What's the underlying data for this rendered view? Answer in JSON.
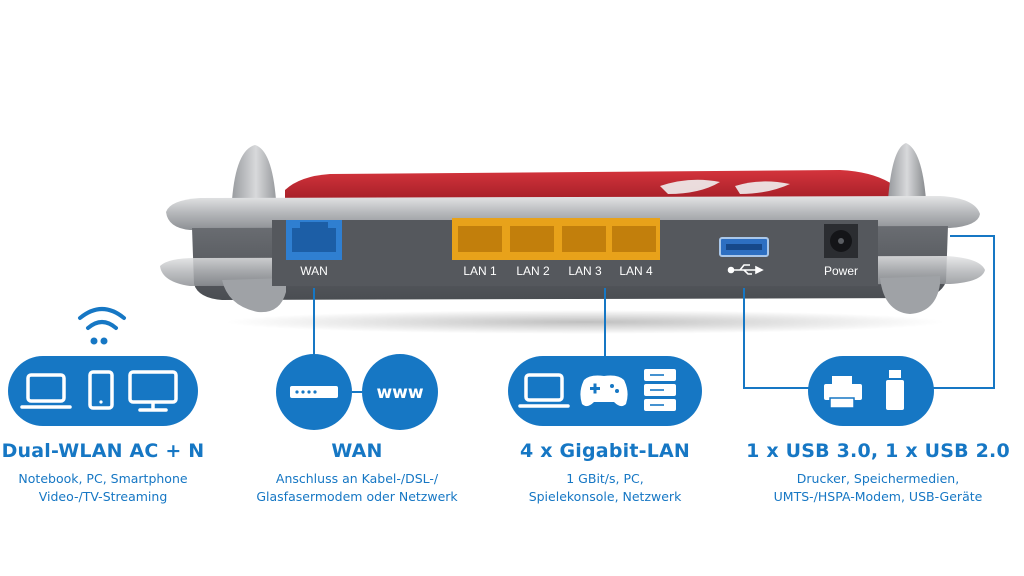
{
  "colors": {
    "accent_blue": "#1677c4",
    "lan_port": "#e8a21a",
    "wan_port": "#2f7fd1",
    "usb_port": "#2d6fc2",
    "router_red": "#b8222c",
    "router_gray": "#5b5e63",
    "router_silver": "#b8babd"
  },
  "ports": {
    "wan": "WAN",
    "lan1": "LAN 1",
    "lan2": "LAN 2",
    "lan3": "LAN 3",
    "lan4": "LAN 4",
    "power": "Power"
  },
  "features": {
    "wlan": {
      "title": "Dual-WLAN AC + N",
      "desc_line1": "Notebook, PC, Smartphone",
      "desc_line2": "Video-/TV-Streaming",
      "icons": [
        "wifi-icon",
        "laptop-icon",
        "smartphone-icon",
        "monitor-icon"
      ]
    },
    "wan": {
      "title": "WAN",
      "desc_line1": "Anschluss an Kabel-/DSL-/",
      "desc_line2": "Glasfasermodem oder Netzwerk",
      "www_label": "www",
      "icons": [
        "modem-icon",
        "globe-www-icon"
      ]
    },
    "lan": {
      "title": "4 x Gigabit-LAN",
      "desc_line1": "1 GBit/s, PC,",
      "desc_line2": "Spielekonsole, Netzwerk",
      "icons": [
        "laptop-icon",
        "gamepad-icon",
        "server-icon"
      ]
    },
    "usb": {
      "title": "1 x USB 3.0, 1 x USB 2.0",
      "desc_line1": "Drucker, Speichermedien,",
      "desc_line2": "UMTS-/HSPA-Modem, USB-Geräte",
      "icons": [
        "printer-icon",
        "usb-stick-icon"
      ]
    }
  }
}
